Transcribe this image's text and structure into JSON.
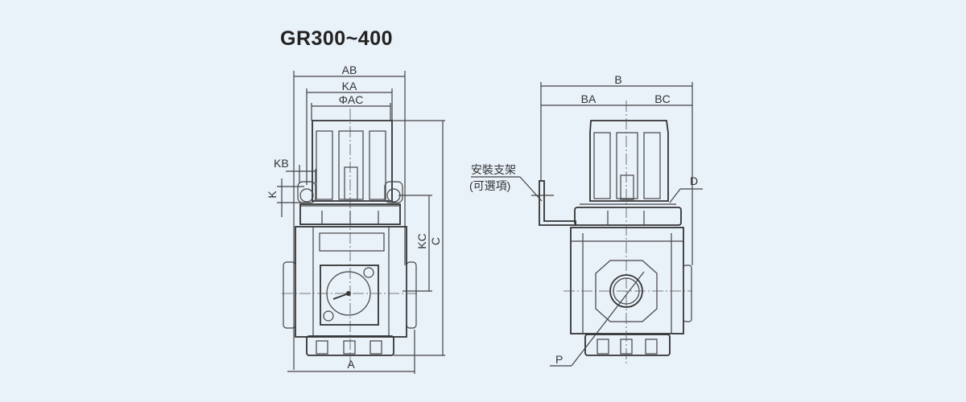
{
  "title": "GR300~400",
  "front_view": {
    "dimensions": [
      "AB",
      "KA",
      "ΦAC",
      "KB",
      "K",
      "KC",
      "C",
      "A"
    ]
  },
  "side_view": {
    "dimensions": [
      "B",
      "BA",
      "BC",
      "D",
      "P"
    ],
    "bracket_label": "安裝支架",
    "bracket_note": "(可選項)"
  }
}
